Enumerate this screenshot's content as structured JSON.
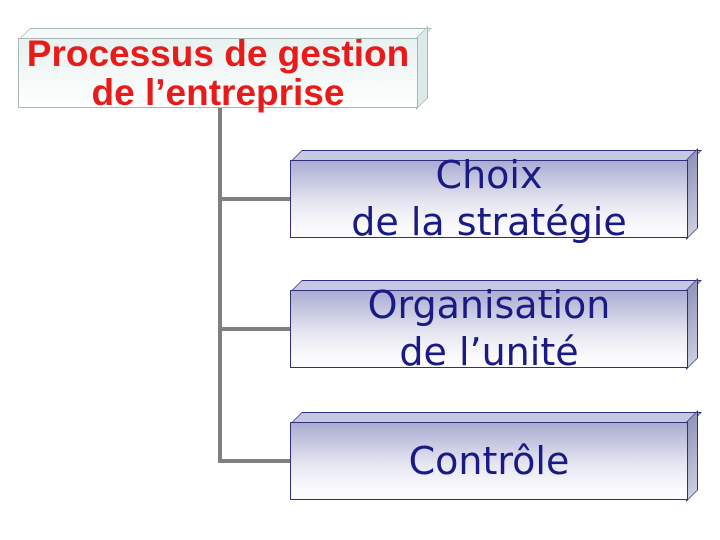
{
  "slide": {
    "background": "#ffffff"
  },
  "title_box": {
    "lines": [
      "Processus de gestion",
      "de l’entreprise"
    ]
  },
  "process_boxes": [
    {
      "lines": [
        "Choix",
        "de la stratégie"
      ]
    },
    {
      "lines": [
        "Organisation",
        "de l’unité"
      ]
    },
    {
      "lines": [
        "Contrôle",
        ""
      ]
    }
  ],
  "theme": {
    "slide_bg": "#ffffff",
    "title_text_color": "#e81b1b",
    "title_border_color": "#a8b7b6",
    "title_gradient_top": "#e7f1ef",
    "title_gradient_bottom": "#feffff",
    "title_top_face": "#f4faf9",
    "title_side_face": "#dde9e8",
    "box_text_color": "#1a1a85",
    "box_border_color": "#30307a",
    "box_gradient_top": "#aaacd2",
    "box_gradient_bottom": "#fbfbfd",
    "box_top_face": "#c6c7e3",
    "box_side_top": "#9294ba",
    "box_side_bottom": "#cbccdf",
    "connector_color": "#7f7f7f"
  }
}
